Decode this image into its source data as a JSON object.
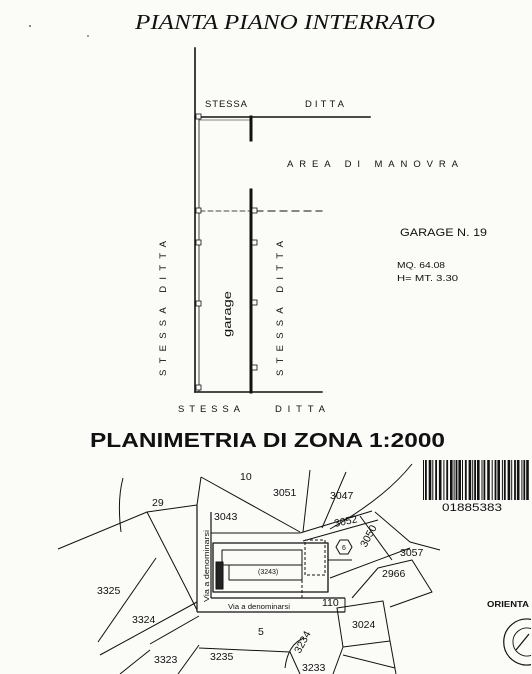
{
  "title": "PIANTA PIANO INTERRATO",
  "floor_plan": {
    "top_left_label": "STESSA",
    "top_right_label": "DITTA",
    "maneuver_area_label": "AREA DI MANOVRA",
    "left_side_label": "STESSA DITTA",
    "room_label": "garage",
    "right_side_label": "STESSA DITTA",
    "bottom_left_label": "STESSA",
    "bottom_right_label": "DITTA",
    "unit": {
      "name": "GARAGE N. 19",
      "area": "MQ. 64.08",
      "height": "H= MT. 3.30"
    }
  },
  "zone_map": {
    "title": "PLANIMETRIA DI ZONA 1:2000",
    "parcels": [
      "10",
      "29",
      "3051",
      "3047",
      "3043",
      "3052",
      "3050",
      "6",
      "3057",
      "2966",
      "3325",
      "3324",
      "110",
      "5",
      "3024",
      "3234",
      "3323",
      "3235",
      "3233"
    ],
    "building_parcel": "(3243)",
    "street_vertical": "Via a denominarsi",
    "street_horizontal": "Via a denominarsi",
    "orientation_label": "ORIENTA"
  },
  "barcode": {
    "number": "01885383"
  },
  "colors": {
    "paper": "#fbfbf8",
    "ink": "#111111"
  }
}
